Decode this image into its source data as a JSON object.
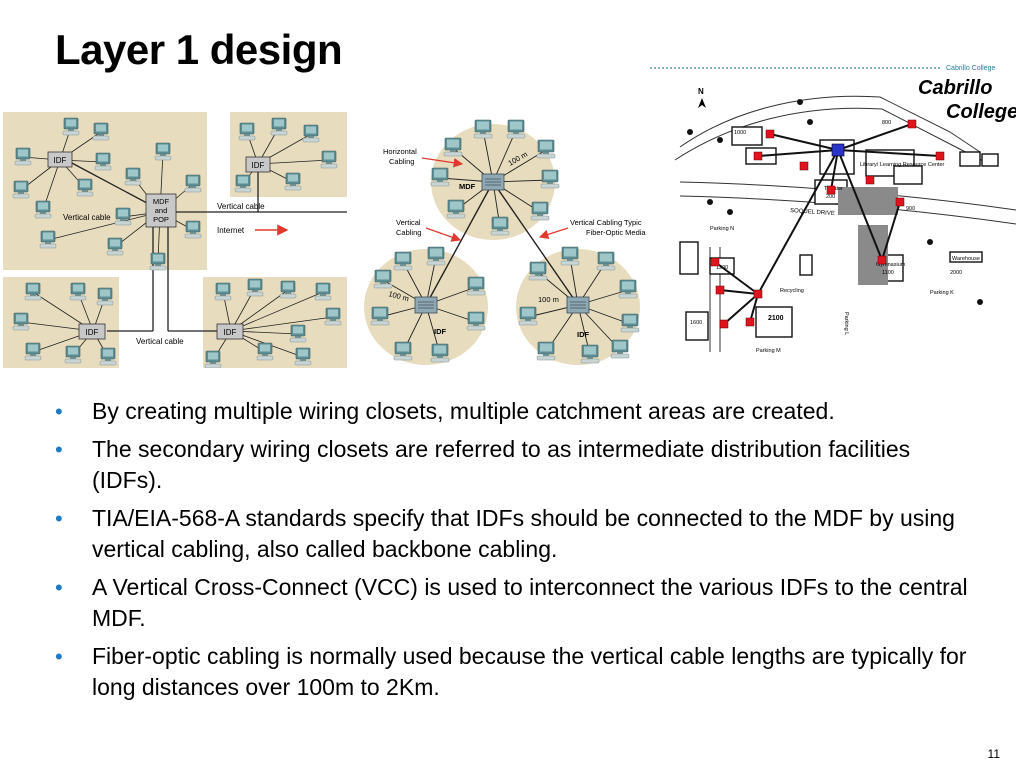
{
  "slide": {
    "title": "Layer 1 design",
    "page_number": "11",
    "bullet_color": "#1f7cc4"
  },
  "figure_left": {
    "labels": {
      "idf": "IDF",
      "mdf": "MDF",
      "mdf_and": "and",
      "pop": "POP",
      "vertical_cable": "Vertical cable",
      "internet": "Internet"
    }
  },
  "figure_middle": {
    "labels": {
      "horizontal": "Horizontal",
      "cabling": "Cabling",
      "vertical": "Vertical",
      "vertical_typical": "Vertical Cabling Typic",
      "fiber_media": "Fiber-Optic Media",
      "distance": "100 m",
      "mdf": "MDF",
      "idf": "IDF"
    }
  },
  "figure_right": {
    "college_name": "Cabrillo College",
    "logo_line1": "Cabrillo",
    "logo_line2": "College",
    "labels": {
      "soquel": "SOQUEL DRIVE",
      "north": "N",
      "library": "Library/ Learning Resource Center",
      "theater": "Theater",
      "gym": "Gymnasium",
      "parking_k": "Parking K",
      "parking_l": "Parking L",
      "parking_n": "Parking N",
      "parking_m": "Parking M",
      "recycling": "Recycling",
      "warehouse": "Warehouse",
      "b2100": "2100",
      "b1200": "1200",
      "b1100": "1100",
      "b1000": "1000",
      "b1600": "1600",
      "b800": "800",
      "b200": "200",
      "b2000": "2000",
      "b900": "900"
    }
  },
  "bullets": [
    "By creating multiple wiring closets, multiple catchment areas are created.",
    "The secondary wiring closets are referred to as intermediate distribution facilities (IDFs).",
    "TIA/EIA-568-A standards specify that IDFs should be connected to the MDF by using vertical cabling, also called backbone cabling.",
    "A Vertical Cross-Connect (VCC) is used to interconnect the various IDFs to the central MDF.",
    "Fiber-optic cabling is normally used because the vertical cable lengths are typically for long distances over 100m to 2Km."
  ]
}
